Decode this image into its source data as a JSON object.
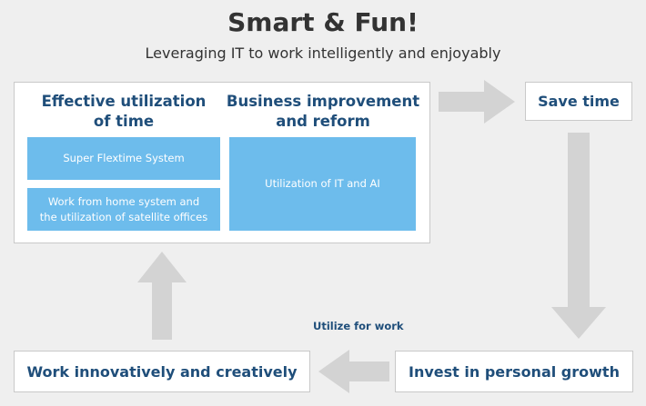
{
  "header": {
    "title": "Smart & Fun!",
    "subtitle": "Leveraging IT to work intelligently and enjoyably"
  },
  "panel": {
    "left_heading_line1": "Effective utilization",
    "left_heading_line2": "of time",
    "right_heading_line1": "Business improvement",
    "right_heading_line2": "and reform",
    "cell_flextime": "Super Flextime System",
    "cell_wfh_line1": "Work from home system and",
    "cell_wfh_line2": "the utilization of satellite offices",
    "cell_it_ai": "Utilization of IT and AI"
  },
  "nodes": {
    "save_time": "Save time",
    "invest": "Invest in personal growth",
    "work_innovatively": "Work innovatively and creatively"
  },
  "annotations": {
    "utilize_for_work": "Utilize for work"
  },
  "colors": {
    "background": "#efefef",
    "box_fill": "#ffffff",
    "box_border": "#c9c9c9",
    "heading_text": "#1f4e7a",
    "cell_fill": "#6dbcec",
    "arrow": "#d3d3d3"
  }
}
